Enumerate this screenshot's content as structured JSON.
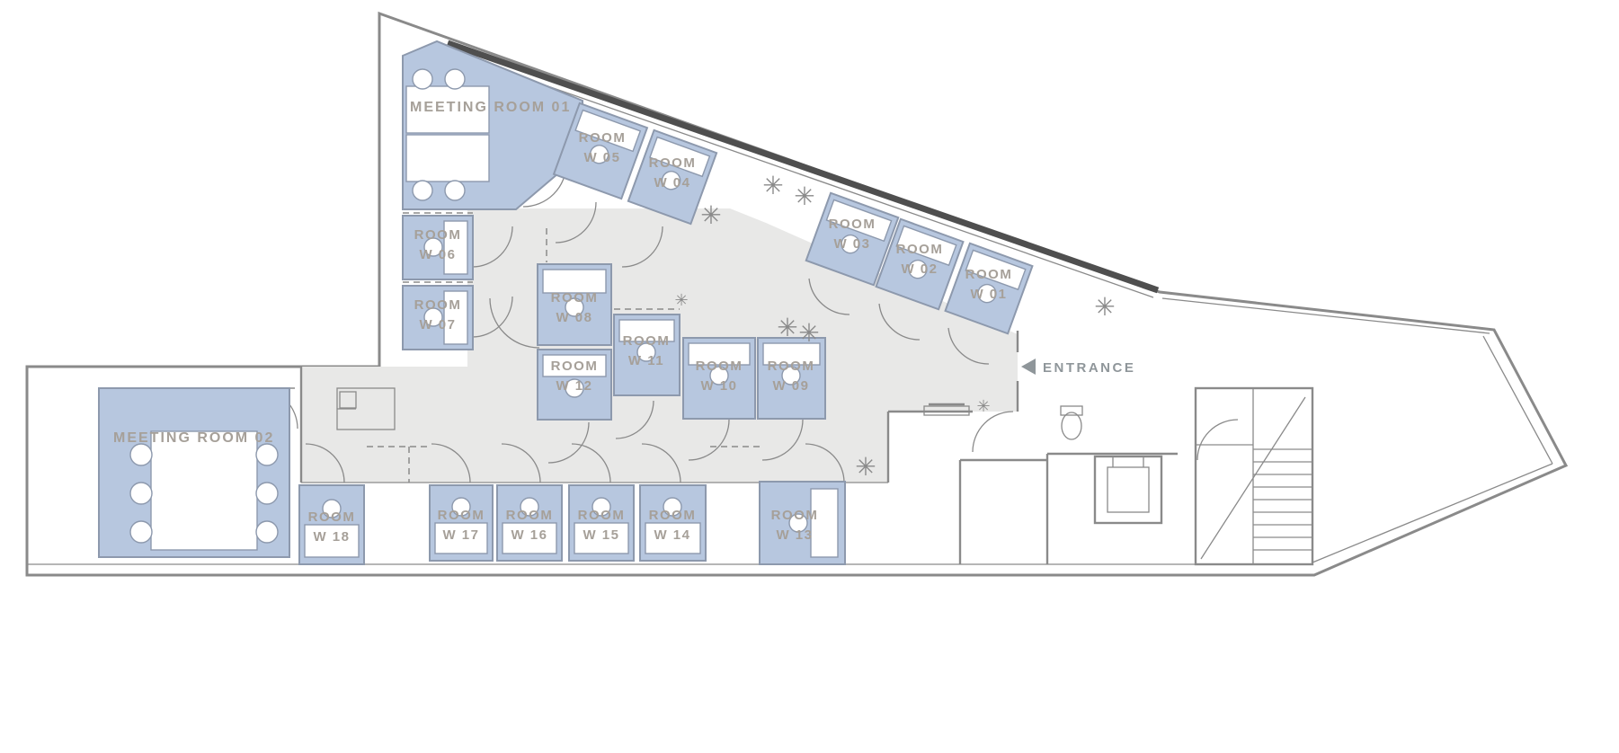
{
  "floorplan": {
    "entrance": {
      "label": "ENTRANCE"
    },
    "meeting_rooms": [
      {
        "id": "meeting-room-01",
        "label": "MEETING ROOM 01"
      },
      {
        "id": "meeting-room-02",
        "label": "MEETING ROOM 02"
      }
    ],
    "rooms": [
      {
        "id": "room-w-01",
        "name": "ROOM",
        "number": "W 01"
      },
      {
        "id": "room-w-02",
        "name": "ROOM",
        "number": "W 02"
      },
      {
        "id": "room-w-03",
        "name": "ROOM",
        "number": "W 03"
      },
      {
        "id": "room-w-04",
        "name": "ROOM",
        "number": "W 04"
      },
      {
        "id": "room-w-05",
        "name": "ROOM",
        "number": "W 05"
      },
      {
        "id": "room-w-06",
        "name": "ROOM",
        "number": "W 06"
      },
      {
        "id": "room-w-07",
        "name": "ROOM",
        "number": "W 07"
      },
      {
        "id": "room-w-08",
        "name": "ROOM",
        "number": "W 08"
      },
      {
        "id": "room-w-09",
        "name": "ROOM",
        "number": "W 09"
      },
      {
        "id": "room-w-10",
        "name": "ROOM",
        "number": "W 10"
      },
      {
        "id": "room-w-11",
        "name": "ROOM",
        "number": "W 11"
      },
      {
        "id": "room-w-12",
        "name": "ROOM",
        "number": "W 12"
      },
      {
        "id": "room-w-13",
        "name": "ROOM",
        "number": "W 13"
      },
      {
        "id": "room-w-14",
        "name": "ROOM",
        "number": "W 14"
      },
      {
        "id": "room-w-15",
        "name": "ROOM",
        "number": "W 15"
      },
      {
        "id": "room-w-16",
        "name": "ROOM",
        "number": "W 16"
      },
      {
        "id": "room-w-17",
        "name": "ROOM",
        "number": "W 17"
      },
      {
        "id": "room-w-18",
        "name": "ROOM",
        "number": "W 18"
      }
    ],
    "icons": {
      "plant": "✳"
    },
    "colors": {
      "wall": "#8a8a8a",
      "room_fill": "#b7c7df",
      "room_border": "#8d99ad",
      "common_area": "#e8e8e7",
      "window_band": "#4f4f4f",
      "label": "#a6a099",
      "entrance_label": "#8f969a"
    }
  }
}
